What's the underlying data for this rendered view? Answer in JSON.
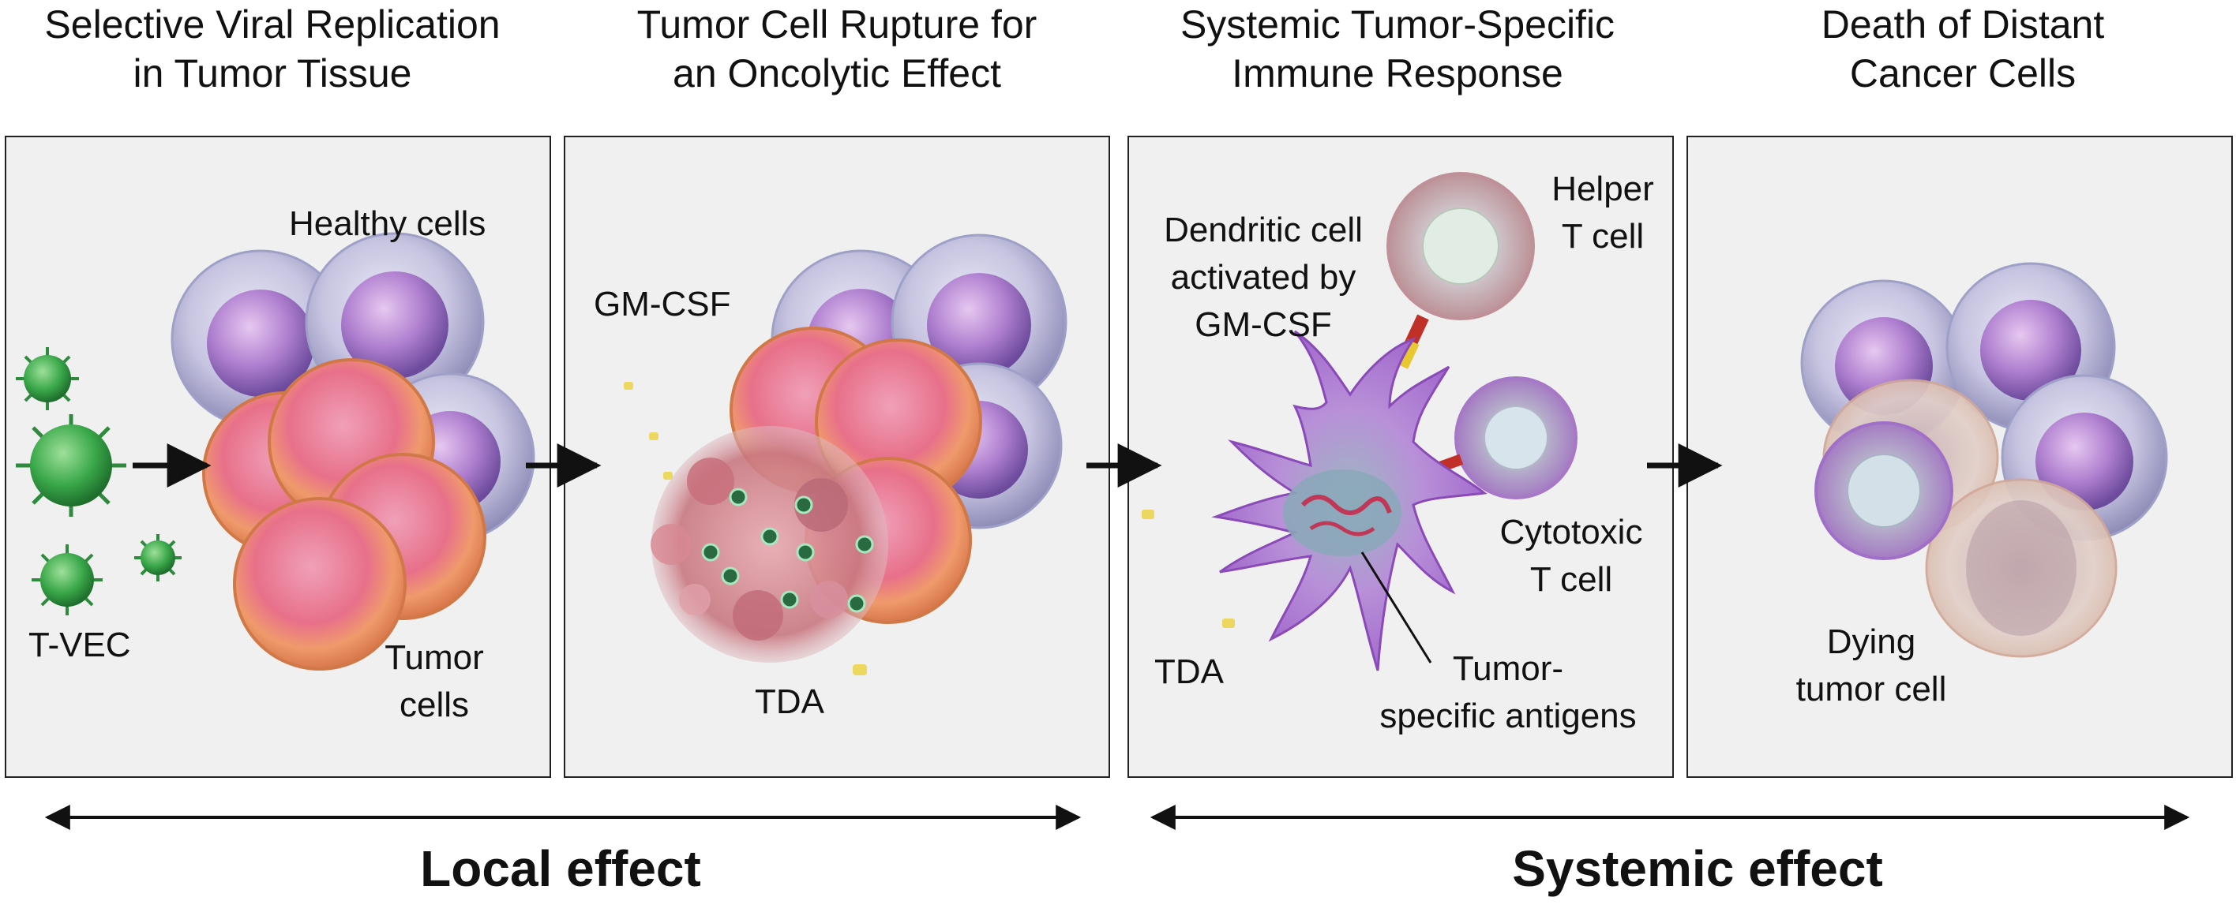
{
  "steps": [
    {
      "title_lines": [
        "Selective Viral Replication",
        "in Tumor Tissue"
      ]
    },
    {
      "title_lines": [
        "Tumor Cell Rupture for",
        "an Oncolytic Effect"
      ]
    },
    {
      "title_lines": [
        "Systemic Tumor-Specific",
        "Immune Response"
      ]
    },
    {
      "title_lines": [
        "Death of Distant",
        "Cancer Cells"
      ]
    }
  ],
  "labels": {
    "healthy_cells": "Healthy cells",
    "t_vec": "T-VEC",
    "tumor_cells": [
      "Tumor",
      "cells"
    ],
    "gm_csf": "GM-CSF",
    "tda_panel2": "TDA",
    "dendritic_cell": [
      "Dendritic cell",
      "activated by",
      "GM-CSF"
    ],
    "helper_t_cell": [
      "Helper",
      "T cell"
    ],
    "cytotoxic_t_cell": [
      "Cytotoxic",
      "T cell"
    ],
    "tda_panel3": "TDA",
    "tumor_specific_antigens": [
      "Tumor-",
      "specific antigens"
    ],
    "dying_tumor_cell": [
      "Dying",
      "tumor cell"
    ]
  },
  "effects": {
    "local": "Local effect",
    "systemic": "Systemic effect"
  },
  "colors": {
    "virus_green": "#3aa84a",
    "tumor_orange": "#f0a070",
    "tumor_pink": "#e8688a",
    "healthy_lavender": "#b8a8dc",
    "dendritic_purple": "#b070d8",
    "panel_bg": "#f0f0f0"
  }
}
